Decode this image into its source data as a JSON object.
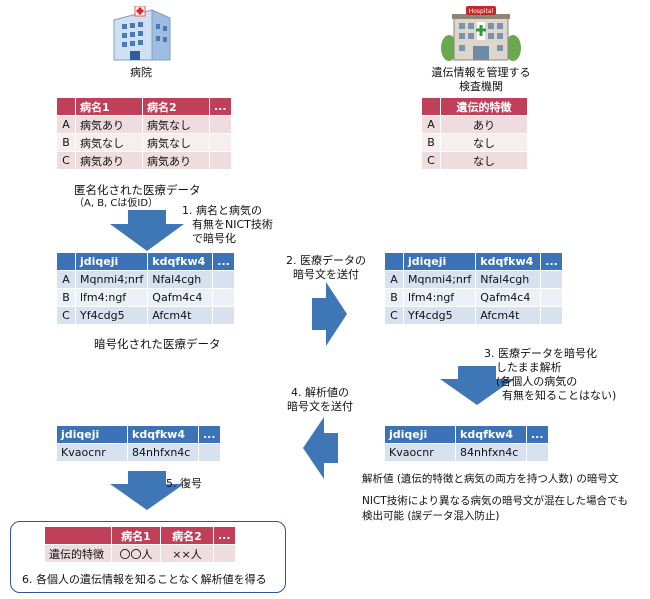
{
  "hospital": {
    "label": "病院",
    "table": {
      "header": [
        "",
        "病名1",
        "病名2",
        "..."
      ],
      "rows": [
        [
          "A",
          "病気あり",
          "病気なし",
          ""
        ],
        [
          "B",
          "病気なし",
          "病気なし",
          ""
        ],
        [
          "C",
          "病気あり",
          "病気あり",
          ""
        ]
      ]
    },
    "caption_line1": "匿名化された医療データ",
    "caption_line2": "（A, B, Cは仮ID）"
  },
  "lab": {
    "label_line1": "遺伝情報を管理する",
    "label_line2": "検査機関",
    "table": {
      "header": [
        "",
        "遺伝的特徴"
      ],
      "rows": [
        [
          "A",
          "あり"
        ],
        [
          "B",
          "なし"
        ],
        [
          "C",
          "なし"
        ]
      ]
    }
  },
  "encrypted": {
    "header": [
      "",
      "jdiqeji",
      "kdqfkw4",
      "..."
    ],
    "rows": [
      [
        "A",
        "Mqnmi4;nrf",
        "Nfal4cgh",
        ""
      ],
      [
        "B",
        "lfm4:ngf",
        "Qafm4c4",
        ""
      ],
      [
        "C",
        "Yf4cdg5",
        "Afcm4t",
        ""
      ]
    ],
    "caption": "暗号化された医療データ"
  },
  "encrypted_result": {
    "header": [
      "jdiqeji",
      "kdqfkw4",
      "..."
    ],
    "row": [
      "Kvaocnr",
      "84nhfxn4c",
      ""
    ]
  },
  "steps": {
    "s1": [
      "1. 病名と病気の",
      "有無をNICT技術",
      "で暗号化"
    ],
    "s2": [
      "2. 医療データの",
      "暗号文を送付"
    ],
    "s3": [
      "3. 医療データを暗号化",
      "したまま解析",
      "(各個人の病気の",
      "有無を知ることはない)"
    ],
    "s4": [
      "4. 解析値の",
      "暗号文を送付"
    ],
    "s5": "5. 復号",
    "s6": "6. 各個人の遺伝情報を知ることなく解析値を得る"
  },
  "analysis_note": {
    "line1": "解析値 (遺伝的特徴と病気の両方を持つ人数) の暗号文",
    "line2": "NICT技術により異なる病気の暗号文が混在した場合でも",
    "line3": "検出可能 (誤データ混入防止)"
  },
  "result_table": {
    "header": [
      "",
      "病名1",
      "病名2",
      "..."
    ],
    "row": [
      "遺伝的特徴",
      "〇〇人",
      "××人",
      ""
    ]
  },
  "colors": {
    "red_header": "#c0405a",
    "blue_header": "#3b72b8",
    "arrow_blue": "#3f76b5",
    "box_border": "#2f5597"
  }
}
